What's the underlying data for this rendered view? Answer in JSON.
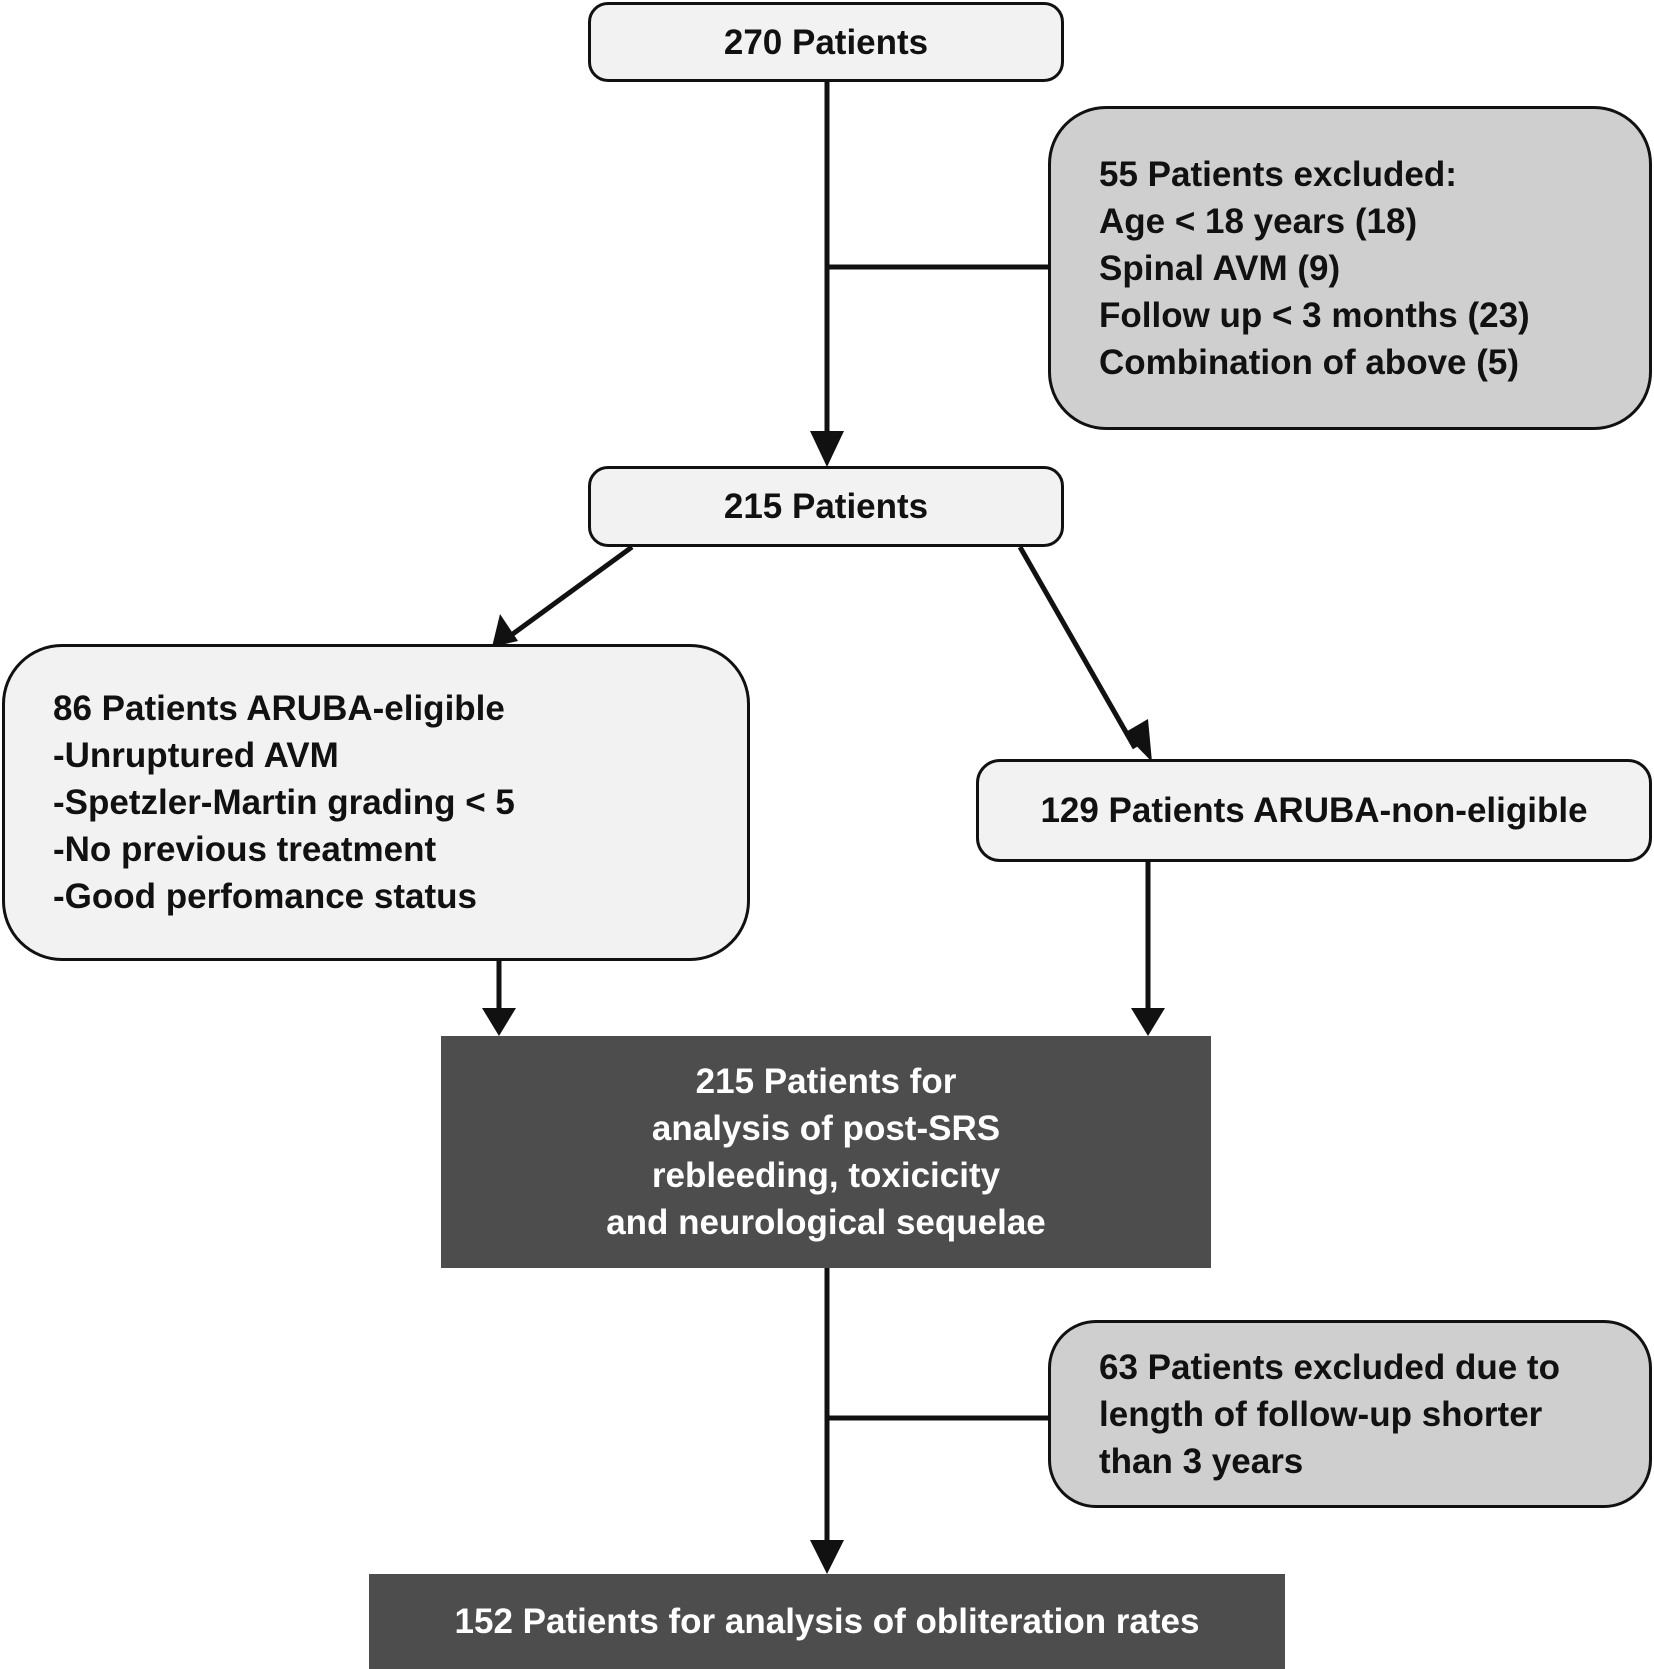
{
  "nodes": {
    "start": {
      "label": "270 Patients"
    },
    "excluded_1": {
      "title": "55 Patients excluded:",
      "items": [
        "Age < 18 years (18)",
        "Spinal AVM (9)",
        "Follow up < 3 months (23)",
        "Combination of above (5)"
      ]
    },
    "after_exclusion": {
      "label": "215 Patients"
    },
    "eligible": {
      "title": "86 Patients ARUBA-eligible",
      "items": [
        "-Unruptured AVM",
        "-Spetzler-Martin grading < 5",
        "-No previous treatment",
        "-Good perfomance status"
      ]
    },
    "non_eligible": {
      "label": "129 Patients ARUBA-non-eligible"
    },
    "analysis_1": {
      "lines": [
        "215 Patients for",
        "analysis of post-SRS",
        "rebleeding, toxicicity",
        "and neurological sequelae"
      ]
    },
    "excluded_2": {
      "lines": [
        "63 Patients excluded due to",
        "length of follow-up shorter",
        "than 3 years"
      ]
    },
    "analysis_2": {
      "label": "152 Patients for analysis of obliteration rates"
    }
  },
  "colors": {
    "line": "#111111",
    "box_light": "#f2f2f2",
    "box_exclusion": "#cfcfcf",
    "box_dark": "#4d4d4d",
    "text_on_dark": "#ffffff"
  }
}
